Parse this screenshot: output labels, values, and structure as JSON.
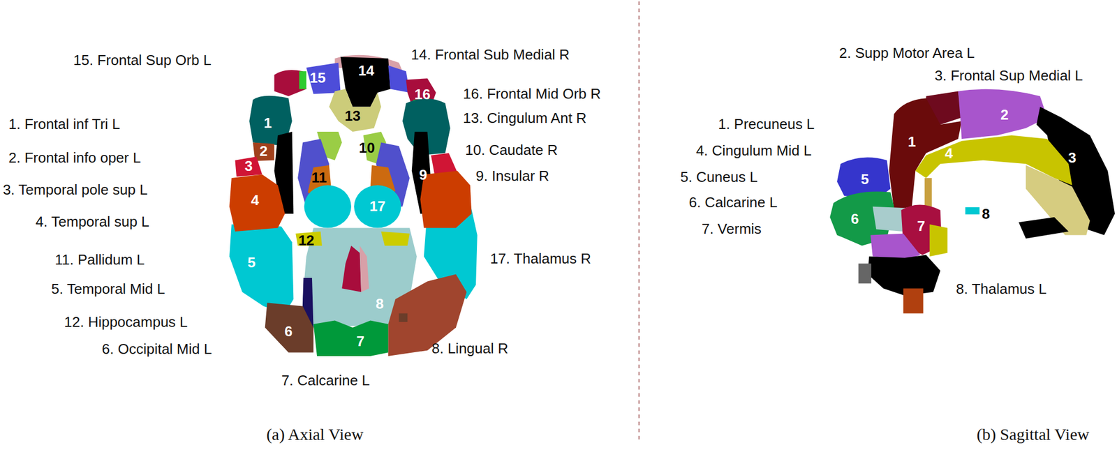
{
  "diagram": {
    "labels": [
      "15. Frontal Sup Orb L",
      "1. Frontal inf Tri L",
      "2. Frontal info oper L",
      "3. Temporal pole sup L",
      "4. Temporal sup L",
      "11. Pallidum L",
      "5. Temporal Mid L",
      "12. Hippocampus L",
      "6. Occipital Mid L",
      "7. Calcarine L",
      "14. Frontal Sub Medial R",
      "16. Frontal Mid Orb R",
      "13. Cingulum Ant R",
      "10. Caudate R",
      "9. Insular R",
      "17. Thalamus R",
      "8. Lingual R",
      "15",
      "14",
      "16",
      "13",
      "1",
      "10",
      "2",
      "9",
      "3",
      "11",
      "4",
      "17",
      "12",
      "5",
      "8",
      "6",
      "7",
      "(a) Axial View",
      "2. Supp Motor Area L",
      "3. Frontal Sup Medial L",
      "1. Precuneus L",
      "4. Cingulum Mid L",
      "5. Cuneus L",
      "6. Calcarine L",
      "7. Vermis",
      "8. Thalamus L",
      "2",
      "1",
      "4",
      "3",
      "5",
      "6",
      "7",
      "8",
      "(b) Sagittal View"
    ]
  }
}
